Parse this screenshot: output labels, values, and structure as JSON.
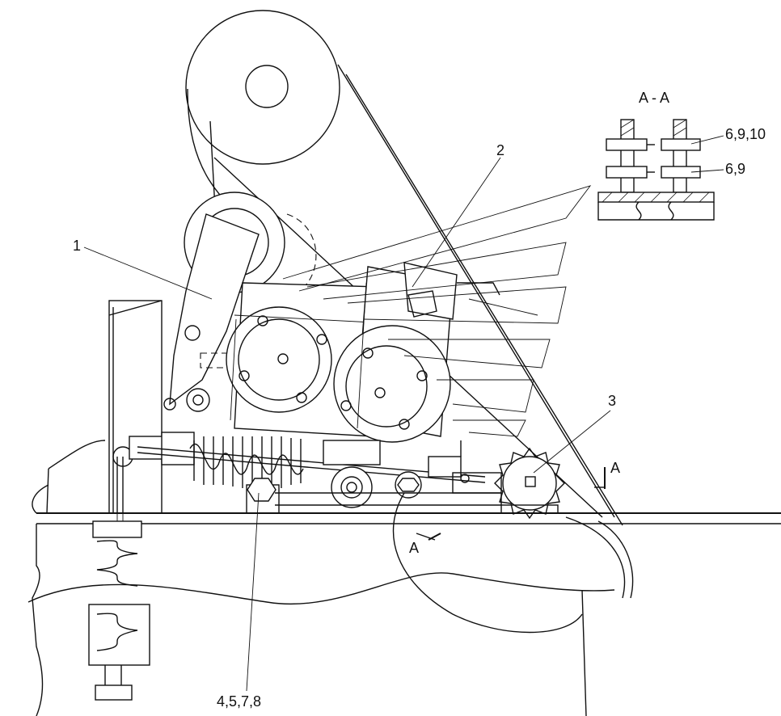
{
  "section_title": "A - A",
  "callouts": {
    "c1": "1",
    "c2": "2",
    "c3": "3",
    "c_bottom": "4,5,7,8",
    "c_section_top": "6,9,10",
    "c_section_bottom": "6,9"
  },
  "section_markers": {
    "right": "A",
    "left": "A"
  }
}
